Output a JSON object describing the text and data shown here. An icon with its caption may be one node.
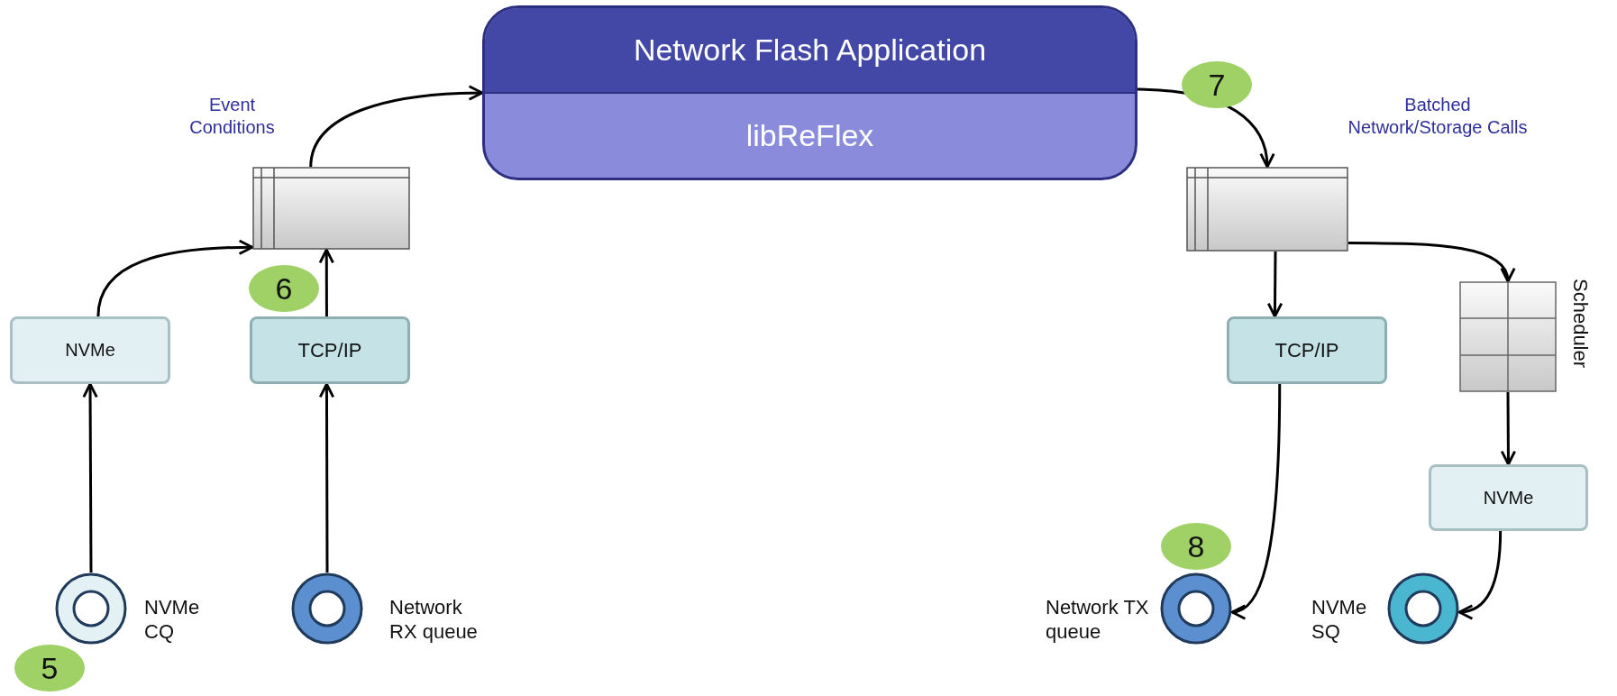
{
  "diagram": {
    "nodes": [
      {
        "text": [
          "Network Flash Application",
          "libReFlex"
        ]
      },
      {
        "text": [],
        "shape": "box",
        "beside": [
          "Event Conditions"
        ]
      },
      {
        "text": [],
        "shape": "box",
        "beside": [
          "Batched Network/Storage Calls"
        ]
      },
      {
        "text": [
          "NVMe"
        ]
      },
      {
        "text": [
          "TCP/IP"
        ]
      },
      {
        "text": [],
        "shape": "circle",
        "beside": [
          "NVMe CQ"
        ]
      },
      {
        "text": [],
        "shape": "circle",
        "beside": [
          "Network RX queue"
        ]
      },
      {
        "text": [
          "TCP/IP"
        ]
      },
      {
        "text": [],
        "shape": "box",
        "beside": [
          "Scheduler"
        ]
      },
      {
        "text": [
          "NVMe"
        ]
      },
      {
        "text": [],
        "shape": "circle",
        "beside": [
          "Network TX queue"
        ]
      },
      {
        "text": [],
        "shape": "circle",
        "beside": [
          "NVMe SQ"
        ]
      }
    ],
    "edges": [
      {
        "from": 5,
        "to": 3,
        "arrow": "to"
      },
      {
        "from": 3,
        "to": 1,
        "arrow": "to"
      },
      {
        "from": 6,
        "to": 4,
        "arrow": "to"
      },
      {
        "from": 4,
        "to": 1,
        "arrow": "to"
      },
      {
        "from": 1,
        "to": 0,
        "arrow": "to"
      },
      {
        "from": 0,
        "to": 2,
        "arrow": "to"
      },
      {
        "from": 2,
        "to": 7,
        "arrow": "to"
      },
      {
        "from": 2,
        "to": 8,
        "arrow": "to"
      },
      {
        "from": 8,
        "to": 9,
        "arrow": "to"
      },
      {
        "from": 7,
        "to": 10,
        "arrow": "to"
      },
      {
        "from": 9,
        "to": 11,
        "arrow": "to"
      }
    ],
    "labels": [
      "7",
      "6",
      "8",
      "5"
    ]
  }
}
